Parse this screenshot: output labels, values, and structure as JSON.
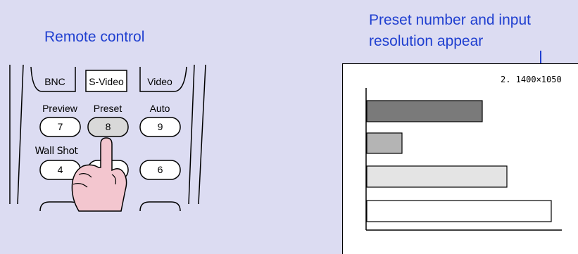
{
  "captions": {
    "remote": "Remote control",
    "screen": "Preset number and input resolution appear"
  },
  "remote": {
    "top_buttons": [
      "BNC",
      "S-Video",
      "Video"
    ],
    "row_labels": [
      "Preview",
      "Preset",
      "Auto"
    ],
    "row_numbers": [
      "7",
      "8",
      "9"
    ],
    "wall_label": "Wall Shot",
    "bottom_numbers": [
      "4",
      "6"
    ],
    "pressed_button": "8",
    "icons": [
      "pointing-hand-icon"
    ]
  },
  "screen": {
    "readout": "2. 1400×1050"
  },
  "colors": {
    "caption": "#1f3fd0",
    "background": "#dcdcf2",
    "pressed_key": "#d9d9d9",
    "hand": "#f3c6cf",
    "bar_dark": "#7a7a7a",
    "bar_mid": "#b4b4b4",
    "bar_light": "#e4e4e4",
    "bar_white": "#ffffff"
  }
}
